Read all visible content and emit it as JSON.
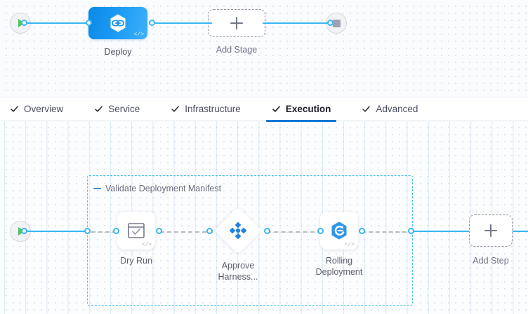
{
  "tabs": [
    {
      "label": "Overview",
      "icon": "check-icon",
      "active": false
    },
    {
      "label": "Service",
      "icon": "check-icon",
      "active": false
    },
    {
      "label": "Infrastructure",
      "icon": "check-icon",
      "active": false
    },
    {
      "label": "Execution",
      "icon": "check-icon",
      "active": true
    },
    {
      "label": "Advanced",
      "icon": "check-icon",
      "active": false
    }
  ],
  "stage_canvas": {
    "start_node": {
      "icon": "play-icon"
    },
    "end_node": {
      "icon": "stop-icon"
    },
    "stages": [
      {
        "name": "Deploy",
        "icon": "harness-deploy-hexagon-icon",
        "code_badge": "</>"
      },
      {
        "name": "Add Stage",
        "icon": "plus-icon"
      }
    ]
  },
  "execution_canvas": {
    "start_node": {
      "icon": "play-icon"
    },
    "step_group": {
      "title": "Validate Deployment Manifest",
      "collapse_icon": "minus-icon"
    },
    "steps": [
      {
        "name": "Dry Run",
        "icon": "dry-run-terminal-icon",
        "code_badge": "</>",
        "shape": "rounded"
      },
      {
        "name": "Approve Harness...",
        "icon": "harness-approval-icon",
        "shape": "diamond"
      },
      {
        "name": "Rolling Deployment",
        "icon": "rolling-deployment-hexagon-icon",
        "code_badge": "</>",
        "shape": "rounded"
      }
    ],
    "add_step": {
      "name": "Add Step",
      "icon": "plus-icon"
    }
  },
  "colors": {
    "accent_blue": "#0278d5",
    "link_blue": "#38b6f2",
    "group_dashed": "#4ec2f0",
    "stage_gradient_from": "#0a8ae8",
    "stage_gradient_to": "#3eb0f8",
    "play_green": "#4dc36a",
    "stop_gray": "#9fa1b4",
    "canvas_bg": "#fafcff"
  }
}
